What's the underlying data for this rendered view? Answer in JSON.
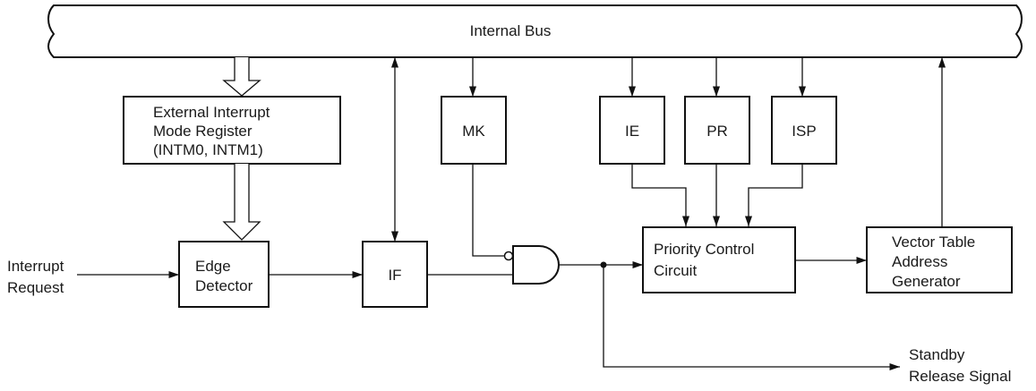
{
  "bus": {
    "label": "Internal Bus"
  },
  "blocks": {
    "intm": {
      "lines": [
        "External Interrupt",
        "Mode Register",
        "(INTM0, INTM1)"
      ]
    },
    "mk": {
      "label": "MK"
    },
    "ie": {
      "label": "IE"
    },
    "pr": {
      "label": "PR"
    },
    "isp": {
      "label": "ISP"
    },
    "edge": {
      "lines": [
        "Edge",
        "Detector"
      ]
    },
    "if": {
      "label": "IF"
    },
    "priority": {
      "lines": [
        "Priority Control",
        "Circuit"
      ]
    },
    "vector": {
      "lines": [
        "Vector Table",
        "Address",
        "Generator"
      ]
    }
  },
  "signals": {
    "interrupt_request": {
      "lines": [
        "Interrupt",
        "Request"
      ]
    },
    "standby": {
      "lines": [
        "Standby",
        "Release Signal"
      ]
    }
  }
}
